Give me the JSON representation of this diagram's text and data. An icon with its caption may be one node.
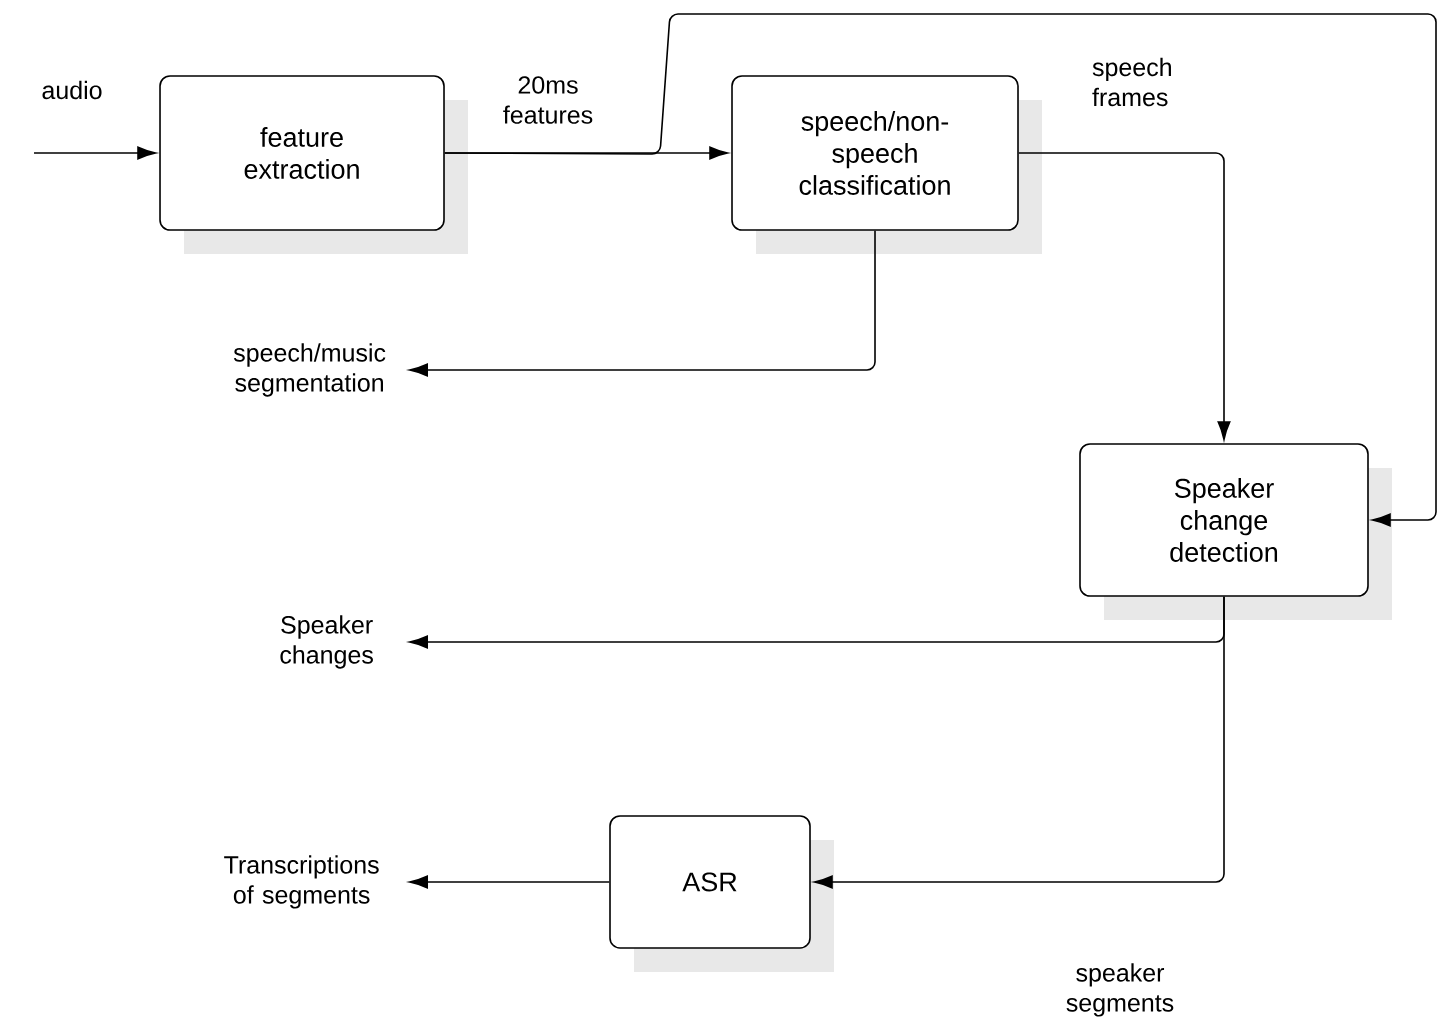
{
  "diagram": {
    "nodes": [
      {
        "text": [
          "feature extraction"
        ]
      },
      {
        "text": [
          "speech/non-speech classification"
        ]
      },
      {
        "text": [
          "speech/music segmentation"
        ]
      },
      {
        "text": [
          "Speaker change detection"
        ]
      },
      {
        "text": [
          "Speaker changes"
        ]
      },
      {
        "text": [
          "ASR"
        ]
      },
      {
        "text": [
          "Transcriptions of segments"
        ]
      }
    ],
    "edges": [
      {
        "from": null,
        "to": 0,
        "arrow": "to",
        "label": "audio"
      },
      {
        "from": 0,
        "to": 1,
        "arrow": "to",
        "label": "20ms features"
      },
      {
        "from": 0,
        "to": 3,
        "arrow": "to"
      },
      {
        "from": 1,
        "to": 3,
        "arrow": "to",
        "label": "speech frames"
      },
      {
        "from": 1,
        "to": 2,
        "arrow": "to"
      },
      {
        "from": 3,
        "to": 4,
        "arrow": "to"
      },
      {
        "from": 3,
        "to": 5,
        "arrow": "to",
        "label": "speaker segments"
      },
      {
        "from": 5,
        "to": 6,
        "arrow": "to"
      }
    ]
  }
}
